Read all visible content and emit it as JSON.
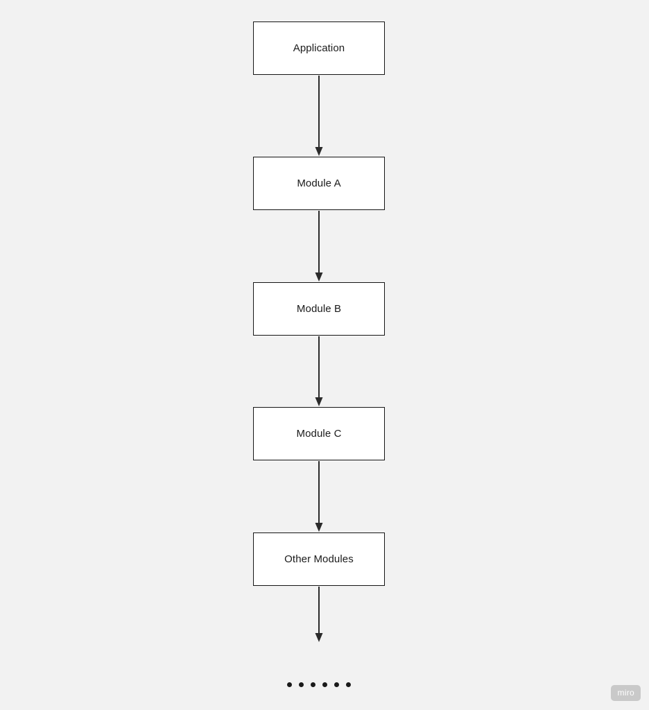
{
  "diagram": {
    "nodes": [
      {
        "id": "application",
        "label": "Application"
      },
      {
        "id": "module-a",
        "label": "Module A"
      },
      {
        "id": "module-b",
        "label": "Module B"
      },
      {
        "id": "module-c",
        "label": "Module C"
      },
      {
        "id": "other-modules",
        "label": "Other Modules"
      }
    ],
    "connections": [
      {
        "from": "application",
        "to": "module-a"
      },
      {
        "from": "module-a",
        "to": "module-b"
      },
      {
        "from": "module-b",
        "to": "module-c"
      },
      {
        "from": "module-c",
        "to": "other-modules"
      },
      {
        "from": "other-modules",
        "to": "ellipsis"
      }
    ],
    "ellipsis_dot_count": 6,
    "watermark": "miro",
    "colors": {
      "background": "#f2f2f2",
      "node_fill": "#ffffff",
      "node_border": "#141414",
      "connector": "#2b2b2b",
      "text": "#1a1a1a"
    }
  }
}
